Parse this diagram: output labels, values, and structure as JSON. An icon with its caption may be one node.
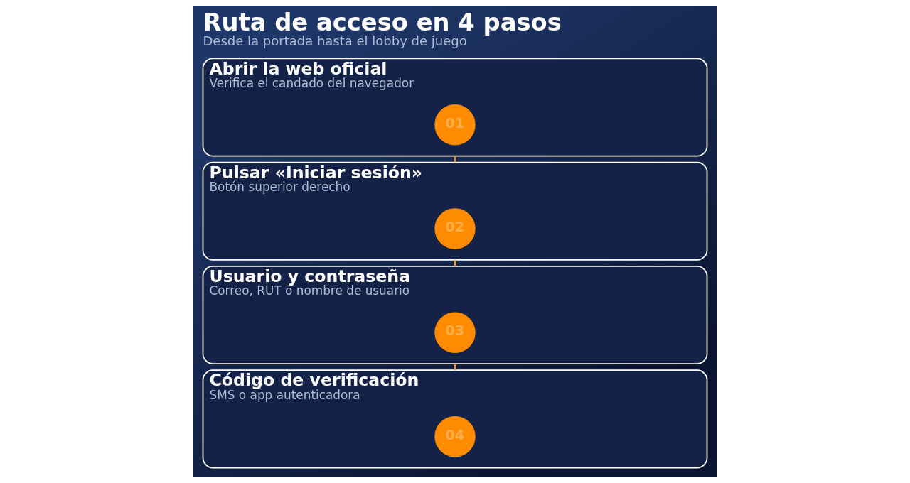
{
  "diagram": {
    "title": "Ruta de acceso en 4 pasos",
    "caption": "Desde la portada hasta el lobby de juego",
    "nodes": [
      {
        "text": [
          "Abrir la web oficial",
          "Verifica el candado del navegador"
        ]
      },
      {
        "text": [
          "01"
        ],
        "in": 0
      },
      {
        "text": [
          "Pulsar «Iniciar sesión»",
          "Botón superior derecho"
        ]
      },
      {
        "text": [
          "02"
        ],
        "in": 2
      },
      {
        "text": [
          "Usuario y contraseña",
          "Correo, RUT o nombre de usuario"
        ]
      },
      {
        "text": [
          "03"
        ],
        "in": 4
      },
      {
        "text": [
          "Código de verificación",
          "SMS o app autenticadora"
        ]
      },
      {
        "text": [
          "04"
        ],
        "in": 6
      }
    ],
    "edges": [
      {
        "from": 0,
        "to": 2,
        "arrow": "none"
      },
      {
        "from": 2,
        "to": 4,
        "arrow": "none"
      },
      {
        "from": 4,
        "to": 6,
        "arrow": "none"
      }
    ]
  }
}
